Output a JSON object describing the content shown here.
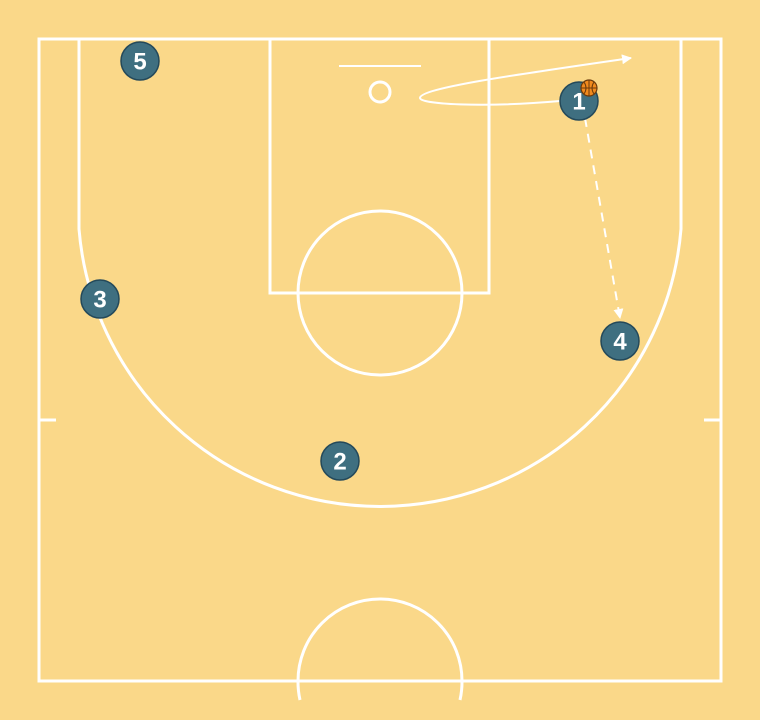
{
  "court": {
    "floor_color": "#fad889",
    "line_color": "#ffffff"
  },
  "players": [
    {
      "id": "1",
      "label": "1",
      "has_ball": true
    },
    {
      "id": "2",
      "label": "2",
      "has_ball": false
    },
    {
      "id": "3",
      "label": "3",
      "has_ball": false
    },
    {
      "id": "4",
      "label": "4",
      "has_ball": false
    },
    {
      "id": "5",
      "label": "5",
      "has_ball": false
    }
  ],
  "player_color": "#3f6f80",
  "ball_color": "#f08a1e",
  "actions": [
    {
      "type": "dribble",
      "player": "1",
      "style": "curved-solid-arrow"
    },
    {
      "type": "pass",
      "from": "1",
      "to": "4",
      "style": "dashed-arrow"
    }
  ]
}
